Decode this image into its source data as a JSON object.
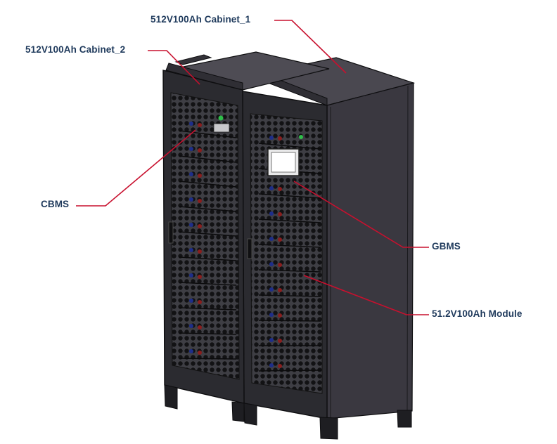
{
  "labels": {
    "cabinet_1": "512V100Ah Cabinet_1",
    "cabinet_2": "512V100Ah Cabinet_2",
    "cbms": "CBMS",
    "gbms": "GBMS",
    "module": "51.2V100Ah Module"
  },
  "colors": {
    "label_text": "#1f3a5c",
    "leader_line": "#c8102e",
    "cabinet_body": "#2b2b30",
    "cabinet_side": "#3a3840",
    "outline": "#0e0e10"
  },
  "leader_count": 5
}
